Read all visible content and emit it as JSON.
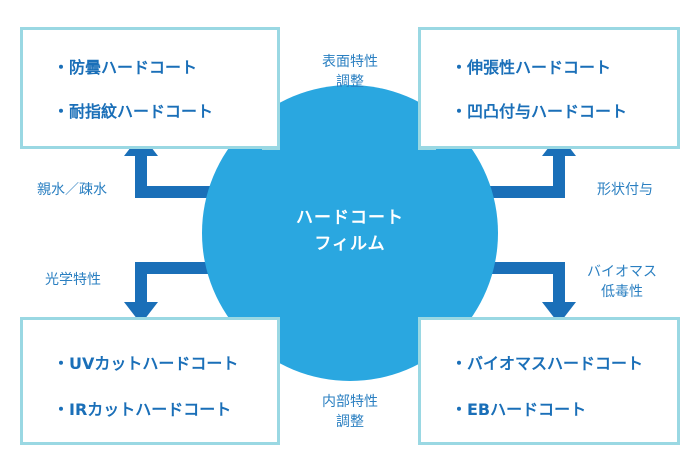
{
  "center": {
    "line1": "ハードコート",
    "line2": "フィルム"
  },
  "colors": {
    "circle": "#2aa7e0",
    "arrow": "#1a6fb8",
    "box_border": "#9ad8e3",
    "text": "#1a6fb8",
    "label": "#2a7fc1"
  },
  "boxes": {
    "top_left": {
      "items": [
        "・防曇ハードコート",
        "・耐指紋ハードコート"
      ]
    },
    "top_right": {
      "items": [
        "・伸張性ハードコート",
        "・凹凸付与ハードコート"
      ]
    },
    "bottom_left": {
      "items": [
        "・UVカットハードコート",
        "・IRカットハードコート"
      ]
    },
    "bottom_right": {
      "items": [
        "・バイオマスハードコート",
        "・EBハードコート"
      ]
    }
  },
  "labels": {
    "top_center": [
      "表面特性",
      "調整"
    ],
    "bottom_center": [
      "内部特性",
      "調整"
    ],
    "left_top": "親水／疎水",
    "left_bottom": "光学特性",
    "right_top": "形状付与",
    "right_bottom": [
      "バイオマス",
      "低毒性"
    ]
  }
}
